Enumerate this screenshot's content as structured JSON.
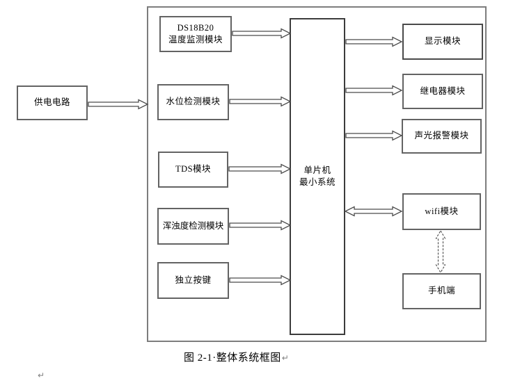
{
  "diagram": {
    "caption_text": "图 2-1·整体系统框图",
    "caption_mark": "↵",
    "stray_mark": "↵",
    "power_box": {
      "label": "供电电路"
    },
    "left_modules": [
      {
        "label_line1": "DS18B20",
        "label_line2": "温度监测模块"
      },
      {
        "label": "水位检测模块"
      },
      {
        "label": "TDS模块"
      },
      {
        "label": "浑浊度检测模块"
      },
      {
        "label": "独立按键"
      }
    ],
    "mcu_box": {
      "label_line1": "单片机",
      "label_line2": "最小系统"
    },
    "right_modules": [
      {
        "label": "显示模块"
      },
      {
        "label": "继电器模块"
      },
      {
        "label": "声光报警模块"
      },
      {
        "label": "wifi模块"
      },
      {
        "label": "手机端"
      }
    ],
    "colors": {
      "background": "#ffffff",
      "outer_border": "#7d7d7d",
      "module_border": "#636363",
      "mcu_border": "#3b3b3b",
      "arrow_stroke": "#4a4a4a",
      "text": "#000000",
      "formatting_mark": "#808080"
    }
  }
}
